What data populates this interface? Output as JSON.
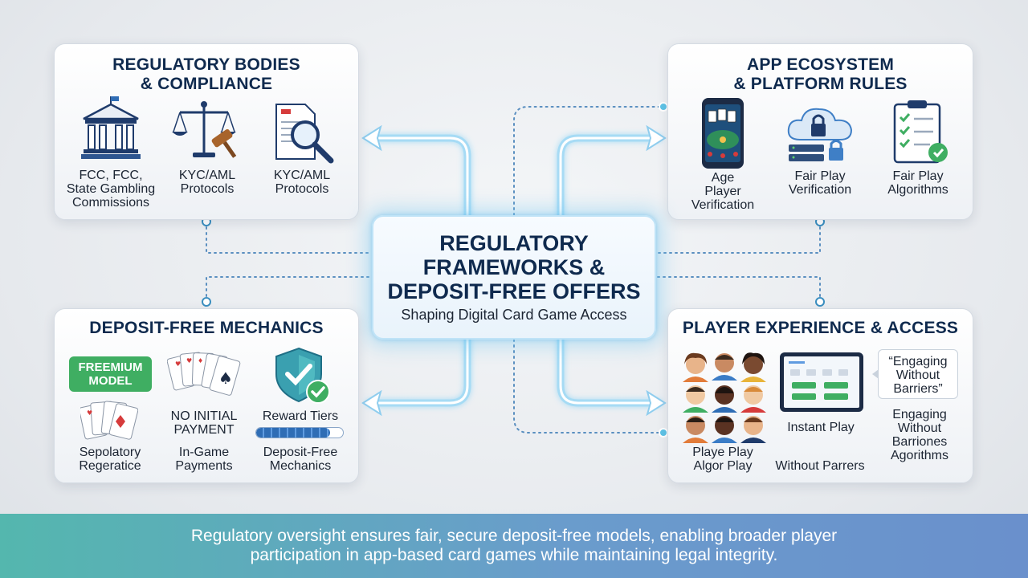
{
  "center": {
    "title_lines": [
      "REGULATORY",
      "FRAMEWORKS &",
      "DEPOSIT-FREE OFFERS"
    ],
    "subtitle": "Shaping Digital Card Game Access"
  },
  "regulatory": {
    "title_lines": [
      "REGULATORY BODIES",
      "& COMPLIANCE"
    ],
    "items": [
      {
        "lines": [
          "FCC, FCC,",
          "State Gambling",
          "Commissions"
        ]
      },
      {
        "lines": [
          "KYC/AML",
          "Protocols"
        ]
      },
      {
        "lines": [
          "KYC/AML",
          "Protocols"
        ]
      }
    ]
  },
  "app": {
    "title_lines": [
      "APP ECOSYSTEM",
      "& PLATFORM RULES"
    ],
    "items": [
      {
        "lines": [
          "Age",
          "Player",
          "Verification"
        ]
      },
      {
        "lines": [
          "Fair Play",
          "Verification"
        ]
      },
      {
        "lines": [
          "Fair Play",
          "Algorithms"
        ]
      }
    ]
  },
  "deposit": {
    "title": "DEPOSIT-FREE MECHANICS",
    "freemium_lines": [
      "FREEMIUM",
      "MODEL"
    ],
    "items": [
      {
        "lines": [
          "Sepolatory",
          "Regeratice"
        ]
      },
      {
        "top_lines": [
          "NO INITIAL",
          "PAYMENT"
        ],
        "lines": [
          "In-Game",
          "Payments"
        ]
      },
      {
        "top_lines": [
          "Reward Tiers"
        ],
        "lines": [
          "Deposit-Free",
          "Mechanics"
        ]
      }
    ],
    "reward_progress": 0.85
  },
  "player": {
    "title": "PLAYER EXPERIENCE & ACCESS",
    "quote_lines": [
      "“Engaging",
      "Without",
      "Barriers”"
    ],
    "items": [
      {
        "lines": [
          "Playe Play",
          "Algor Play"
        ]
      },
      {
        "lines": [
          "Instant Play"
        ]
      },
      {
        "lines": [
          "Without Parrers"
        ]
      },
      {
        "lines": [
          "Engaging",
          "Without",
          "Barriones",
          "Agorithms"
        ]
      }
    ]
  },
  "footer": {
    "lines": [
      "Regulatory oversight ensures fair, secure deposit-free models, enabling broader player",
      "participation in app-based card games while maintaining legal integrity."
    ]
  },
  "colors": {
    "navy": "#0f2a4e",
    "accent_blue": "#3f7fc6",
    "glow": "#8fd3f4",
    "green": "#3fae62",
    "card_red": "#d63b3b"
  }
}
